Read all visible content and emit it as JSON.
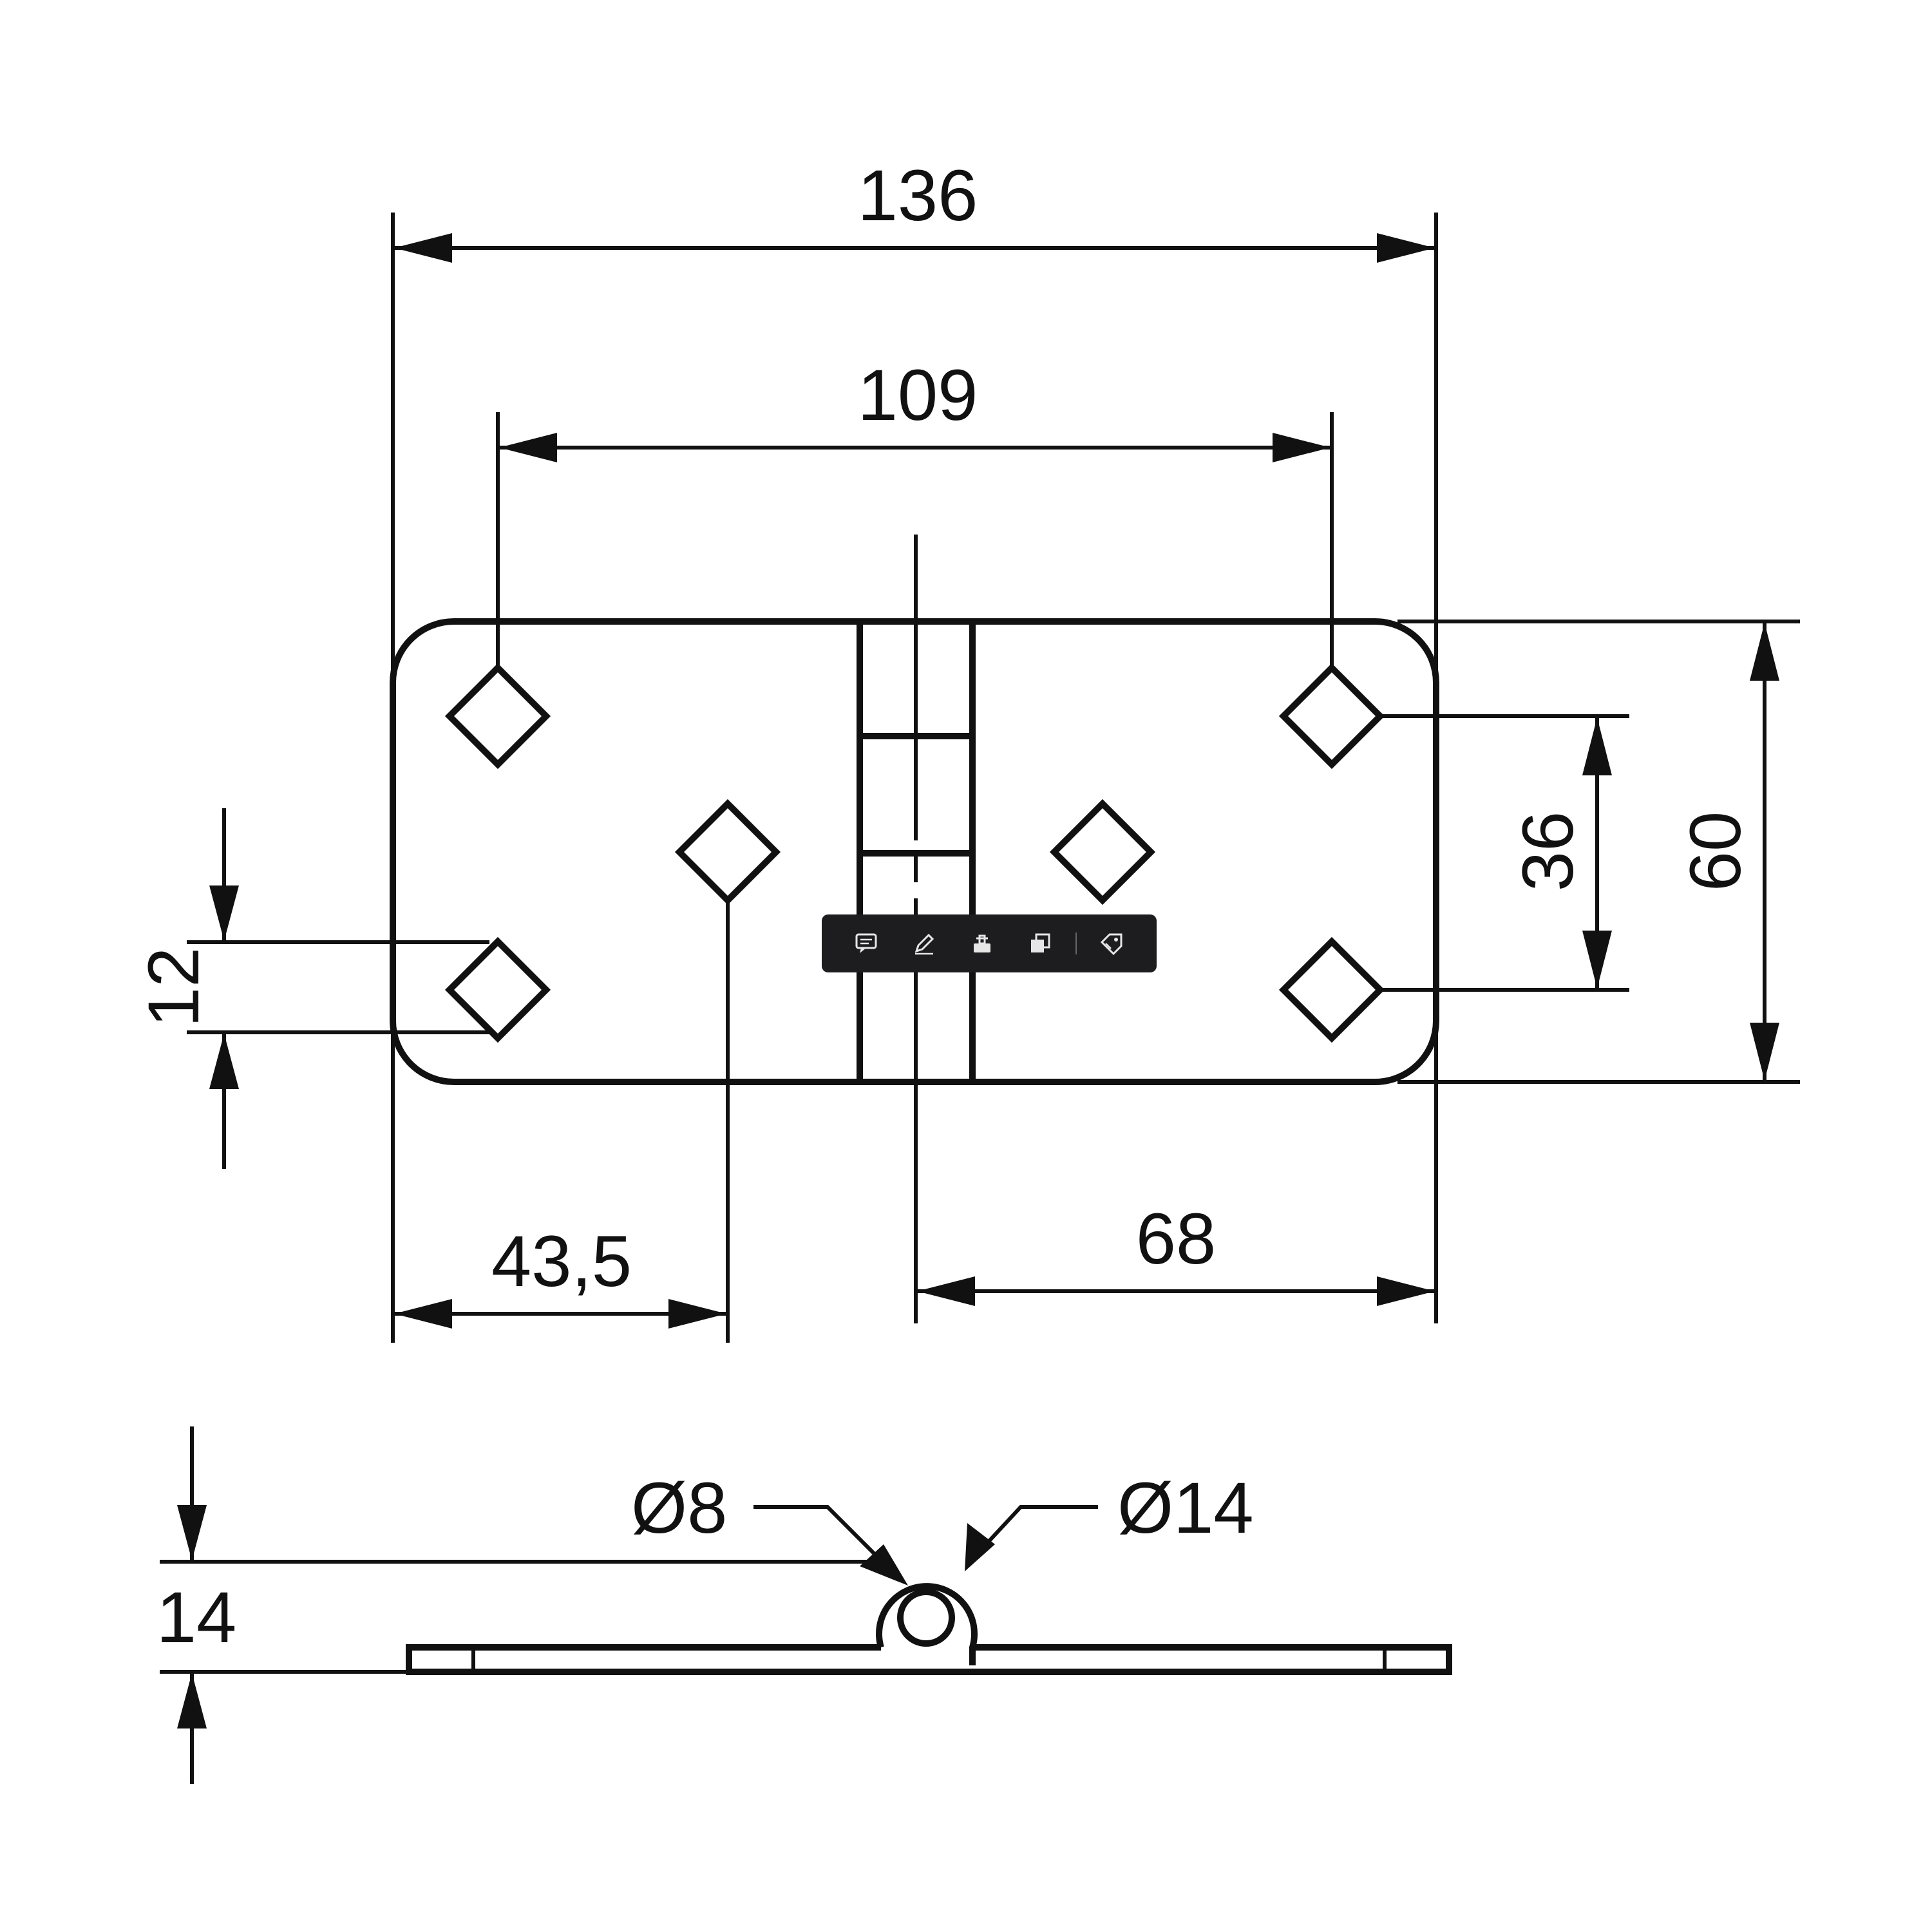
{
  "dimensions": {
    "overall_length": "136",
    "hole_spacing_length": "109",
    "hole_spacing_height": "36",
    "overall_height": "60",
    "hole_offset": "12",
    "center_hole_offset": "43,5",
    "half_length": "68",
    "pin_diameter": "Ø8",
    "knuckle_diameter": "Ø14",
    "thickness": "14"
  },
  "toolbar": {
    "items": [
      {
        "name": "comment",
        "icon": "comment-icon"
      },
      {
        "name": "highlight",
        "icon": "pen-icon"
      },
      {
        "name": "stamp",
        "icon": "stamp-icon"
      },
      {
        "name": "copy",
        "icon": "copy-icon"
      },
      {
        "name": "tag",
        "icon": "tag-icon"
      }
    ]
  },
  "colors": {
    "line": "#111111",
    "background": "#ffffff",
    "toolbar_bg": "#1d1d1f",
    "toolbar_icon": "#e6e6e6"
  }
}
